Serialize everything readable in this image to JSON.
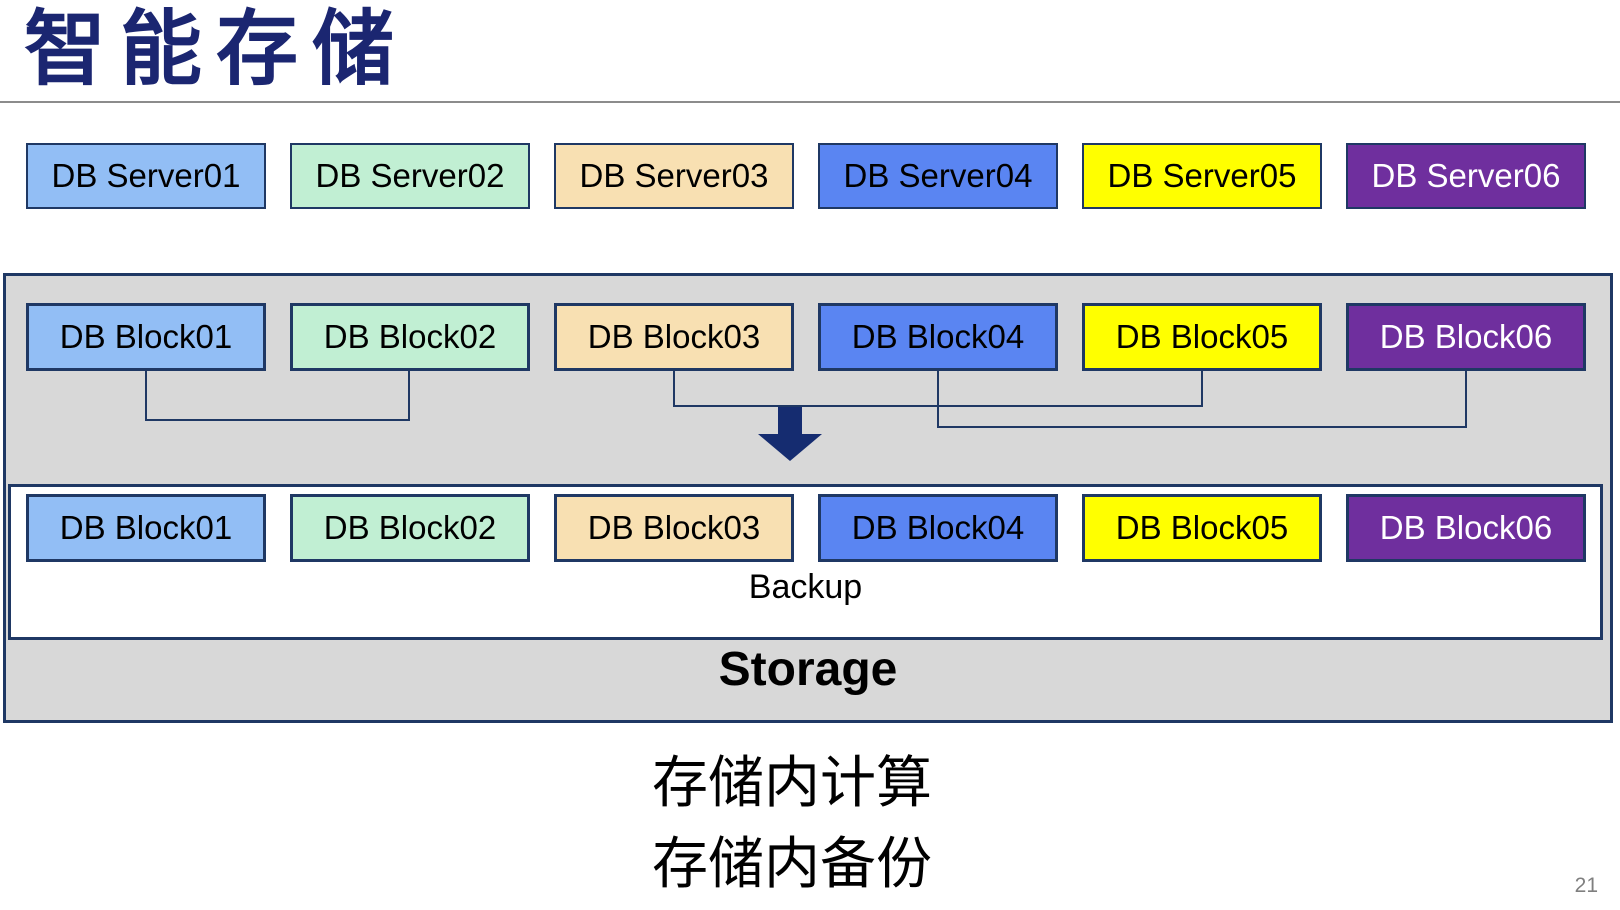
{
  "slide": {
    "title": "智能存储",
    "title_color": "#1B2671",
    "page_number": "21",
    "caption_lines": [
      "存储内计算",
      "存储内备份"
    ]
  },
  "servers": {
    "items": [
      {
        "label": "DB Server01",
        "fill": "#92BEF5",
        "text_color": "#000000"
      },
      {
        "label": "DB Server02",
        "fill": "#C1EFD3",
        "text_color": "#000000"
      },
      {
        "label": "DB Server03",
        "fill": "#F8E0B2",
        "text_color": "#000000"
      },
      {
        "label": "DB Server04",
        "fill": "#5A85F2",
        "text_color": "#000000"
      },
      {
        "label": "DB Server05",
        "fill": "#FFFF00",
        "text_color": "#000000"
      },
      {
        "label": "DB Server06",
        "fill": "#6F2F9E",
        "text_color": "#FFFFFF"
      }
    ]
  },
  "blocks": {
    "items": [
      {
        "label": "DB Block01",
        "fill": "#92BEF5",
        "text_color": "#000000"
      },
      {
        "label": "DB Block02",
        "fill": "#C1EFD3",
        "text_color": "#000000"
      },
      {
        "label": "DB Block03",
        "fill": "#F8E0B2",
        "text_color": "#000000"
      },
      {
        "label": "DB Block04",
        "fill": "#5A85F2",
        "text_color": "#000000"
      },
      {
        "label": "DB Block05",
        "fill": "#FFFF00",
        "text_color": "#000000"
      },
      {
        "label": "DB Block06",
        "fill": "#6F2F9E",
        "text_color": "#FFFFFF"
      }
    ]
  },
  "storage": {
    "label": "Storage",
    "backup_label": "Backup",
    "fill": "#D8D8D8",
    "border_color": "#1F3864"
  },
  "arrow": {
    "color": "#152C70",
    "direction": "down"
  }
}
